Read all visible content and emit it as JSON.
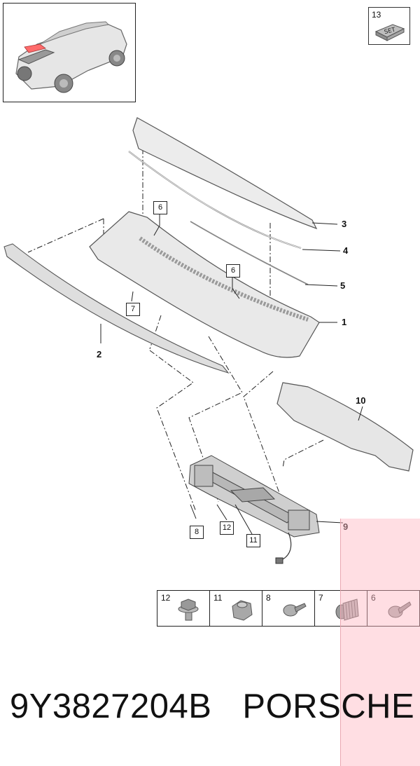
{
  "set_label": "SET",
  "callouts": {
    "c1": "1",
    "c2": "2",
    "c3": "3",
    "c4": "4",
    "c5": "5",
    "c6a": "6",
    "c6b": "6",
    "c7": "7",
    "c8": "8",
    "c9": "9",
    "c10": "10",
    "c11": "11",
    "c12": "12",
    "c13": "13"
  },
  "hardware": [
    {
      "num": "12",
      "icon": "hex-flange-bolt-icon"
    },
    {
      "num": "11",
      "icon": "hex-nut-icon"
    },
    {
      "num": "8",
      "icon": "round-head-screw-icon"
    },
    {
      "num": "7",
      "icon": "spring-clip-icon"
    },
    {
      "num": "6",
      "icon": "rivet-screw-icon"
    }
  ],
  "footer": {
    "part_number": "9Y3827204B",
    "brand": "PORSCHE"
  },
  "highlight_color": "#ffb6c1"
}
